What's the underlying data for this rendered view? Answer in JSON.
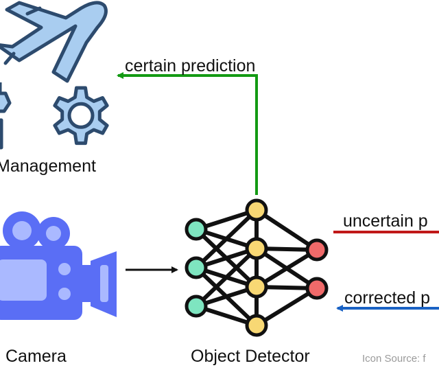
{
  "labels": {
    "management": "Management",
    "camera": "Camera",
    "object_detector": "Object Detector",
    "certain_prediction": "certain prediction",
    "uncertain_prediction": "uncertain p",
    "corrected_prediction": "corrected p",
    "icon_source": "Icon Source: f"
  },
  "icons": {
    "airplane": "airplane-icon",
    "gear": "gear-icon",
    "camera": "video-camera-icon",
    "network": "neural-network-icon"
  },
  "colors": {
    "certain_arrow": "#139a13",
    "uncertain_arrow": "#c01818",
    "corrected_arrow": "#1a62c4",
    "camera_blue": "#5a6ef5",
    "camera_light": "#aab9ff",
    "plane_fill": "#a9cdf0",
    "icon_outline": "#2d4b6e",
    "node_green": "#7ee5c0",
    "node_yellow": "#f8d874",
    "node_red": "#f06a6a"
  }
}
